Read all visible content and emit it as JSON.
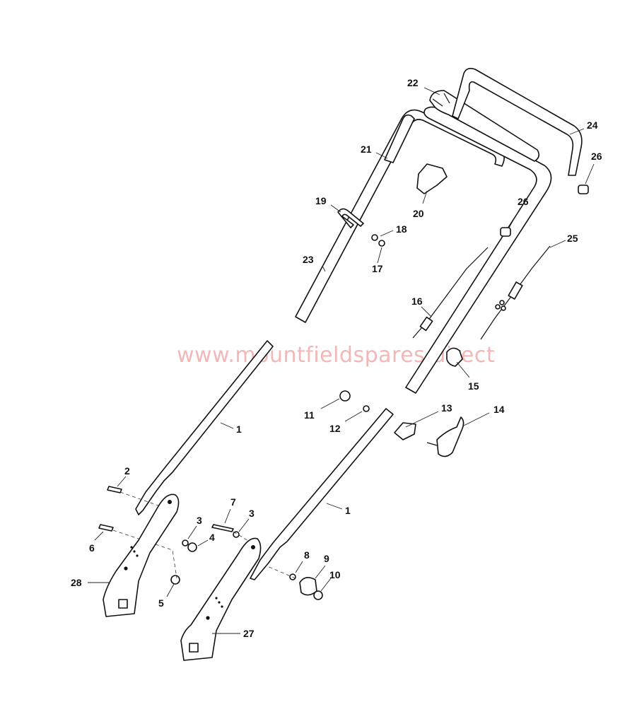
{
  "watermark": "www.mountfieldspares.direct",
  "callouts": {
    "c1a": "1",
    "c1b": "1",
    "c2": "2",
    "c3a": "3",
    "c3b": "3",
    "c4": "4",
    "c5": "5",
    "c6": "6",
    "c7": "7",
    "c8": "8",
    "c9": "9",
    "c10": "10",
    "c11": "11",
    "c12": "12",
    "c13": "13",
    "c14": "14",
    "c15": "15",
    "c16": "16",
    "c17": "17",
    "c18": "18",
    "c19": "19",
    "c20": "20",
    "c21": "21",
    "c22": "22",
    "c23": "23",
    "c24": "24",
    "c25": "25",
    "c26a": "26",
    "c26b": "26",
    "c27": "27",
    "c28": "28"
  }
}
